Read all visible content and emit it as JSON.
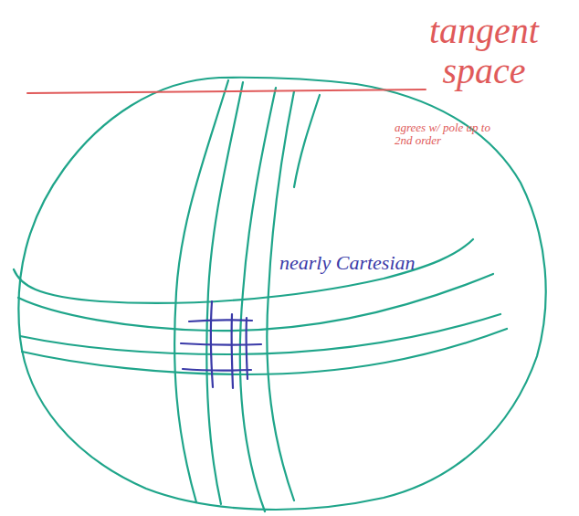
{
  "diagram": {
    "labels": [
      "tangent space",
      "agrees w/ pole up to 2nd order",
      "nearly Cartesian"
    ]
  }
}
